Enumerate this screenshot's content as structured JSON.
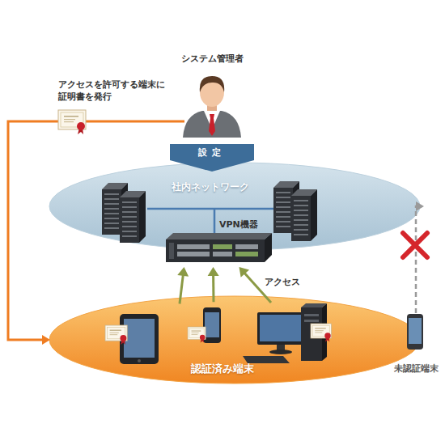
{
  "diagram": {
    "nodes": [
      {
        "text": [
          "システム管理者"
        ]
      },
      {
        "text": [
          "社内ネットワーク"
        ]
      },
      {
        "text": [
          "VPN機器"
        ]
      },
      {
        "text": [
          "認証済み端末"
        ]
      },
      {
        "text": [
          "未認証端末"
        ]
      }
    ],
    "edges": [
      {
        "from": 0,
        "to": 3,
        "arrow": "to",
        "label": "アクセスを許可する端末に 証明書を発行"
      },
      {
        "from": 0,
        "to": 1,
        "arrow": "to",
        "label": "設定"
      },
      {
        "from": 3,
        "to": 2,
        "arrow": "to"
      },
      {
        "from": 3,
        "to": 2,
        "arrow": "to"
      },
      {
        "from": 3,
        "to": 2,
        "arrow": "to",
        "label": "アクセス"
      },
      {
        "from": 4,
        "to": 1,
        "arrow": "to"
      }
    ]
  }
}
